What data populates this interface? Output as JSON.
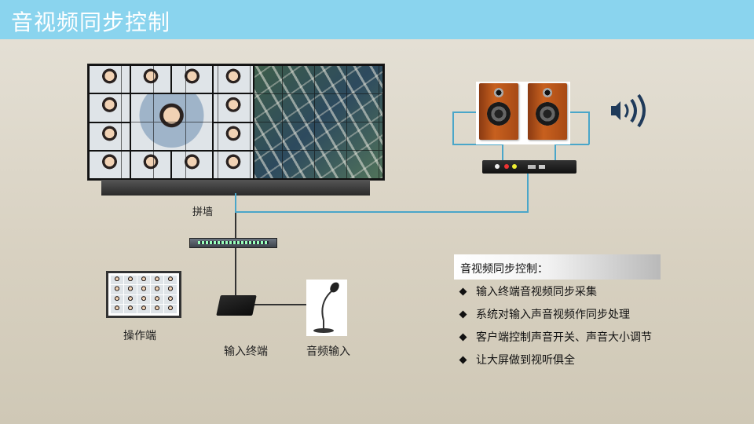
{
  "header": {
    "title": "音视频同步控制"
  },
  "diagram": {
    "wall_label": "拼墙",
    "operator_label": "操作端",
    "encoder_label": "输入终端",
    "audio_input_label": "音频输入"
  },
  "features": {
    "heading": "音视频同步控制：",
    "items": [
      "输入终端音视频同步采集",
      "系统对输入声音视频作同步处理",
      "客户端控制声音开关、声音大小调节",
      "让大屏做到视听俱全"
    ]
  },
  "colors": {
    "header_bg": "#8ad4ee",
    "connector_line": "#4aa6c9",
    "sound_wave": "#1f3a5a"
  },
  "icons": [
    "video-wall-icon",
    "speaker-icon",
    "set-top-box-icon",
    "sound-wave-icon",
    "network-switch-icon",
    "monitor-icon",
    "encoder-box-icon",
    "microphone-icon"
  ]
}
